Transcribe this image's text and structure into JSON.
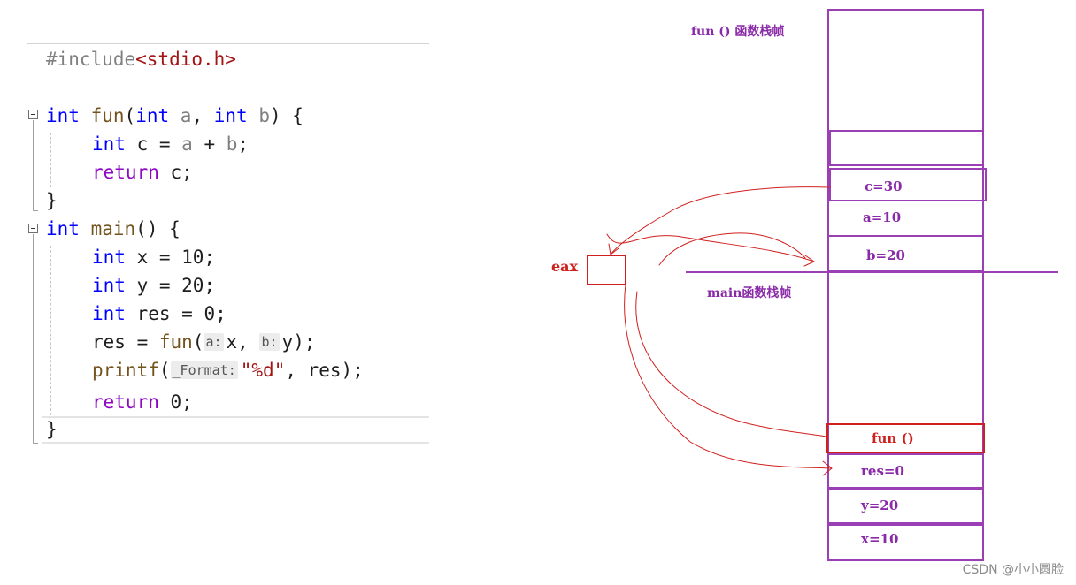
{
  "code": {
    "include_directive": "#include",
    "include_file": "<stdio.h>",
    "lines": {
      "fun_sig": {
        "type1": "int",
        "name": "fun",
        "open": "(",
        "type2": "int",
        "p1": "a",
        "comma": ", ",
        "type3": "int",
        "p2": "b",
        "close": ") {"
      },
      "c_decl": {
        "type": "int",
        "rest": " c = ",
        "a": "a",
        "plus": " + ",
        "b": "b",
        "end": ";"
      },
      "ret_c": {
        "kw": "return",
        "rest": " c;"
      },
      "close1": "}",
      "main_sig": {
        "type": "int",
        "name": "main",
        "rest": "() {"
      },
      "x_decl": {
        "type": "int",
        "rest": " x = 10;"
      },
      "y_decl": {
        "type": "int",
        "rest": " y = 20;"
      },
      "res_decl": {
        "type": "int",
        "rest": " res = 0;"
      },
      "res_call": {
        "lhs": "res = ",
        "fn": "fun",
        "open": "(",
        "hint_a": "a:",
        "arg1": "x",
        "comma": ", ",
        "hint_b": "b:",
        "arg2": "y",
        "end": ");"
      },
      "printf_call": {
        "fn": "printf",
        "open": "(",
        "hint": "_Format:",
        "fmt": "\"%d\"",
        "rest": ", res);"
      },
      "ret_0": {
        "kw": "return",
        "rest": " 0;"
      },
      "close2": "}"
    }
  },
  "diagram": {
    "fun_frame_label": "fun () 函数栈帧",
    "main_frame_label": "main函数栈帧",
    "eax_label": "eax",
    "cells": {
      "c": "c=30",
      "a": "a=10",
      "b": "b=20",
      "fun_call": "fun ()",
      "res": "res=0",
      "y": "y=20",
      "x": "x=10"
    }
  },
  "colors": {
    "stack_border": "#9b3fb5",
    "highlight": "#d0201e",
    "keyword": "#0000ff",
    "control": "#8f08c4"
  },
  "watermark": "CSDN @小小圆脸"
}
